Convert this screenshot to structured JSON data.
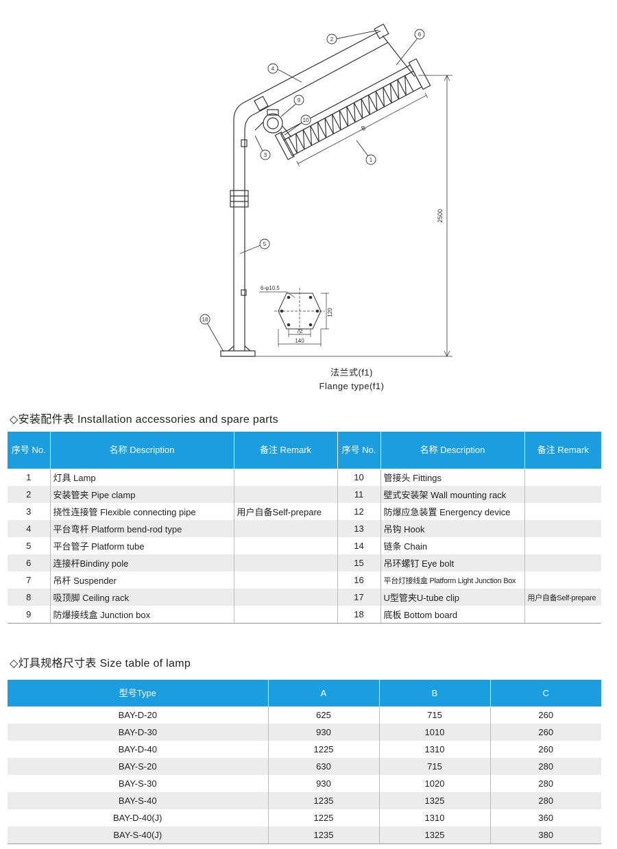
{
  "drawing": {
    "callouts": [
      "1",
      "2",
      "3",
      "4",
      "5",
      "6",
      "9",
      "10",
      "18"
    ],
    "dim_b": "B",
    "dim_height": "2500",
    "flange_holes": "6-φ10.5",
    "flange_dim_72": "72",
    "flange_dim_140": "140",
    "flange_dim_120": "120",
    "caption_cn": "法兰式(f1)",
    "caption_en": "Flange type(f1)"
  },
  "accessories": {
    "title": "◇安装配件表 Installation accessories and spare parts",
    "headers": [
      "序号 No.",
      "名称 Description",
      "备注 Remark",
      "序号 No.",
      "名称 Description",
      "备注 Remark"
    ],
    "left_rows": [
      {
        "no": "1",
        "desc": "灯具 Lamp"
      },
      {
        "no": "2",
        "desc": "安装管夹 Pipe clamp"
      },
      {
        "no": "3",
        "desc": "挠性连接管 Flexible connecting pipe"
      },
      {
        "no": "4",
        "desc": "平台弯杆 Platform bend-rod type"
      },
      {
        "no": "5",
        "desc": "平台管子 Platform tube"
      },
      {
        "no": "6",
        "desc": "连接杆Bindiny pole"
      },
      {
        "no": "7",
        "desc": "吊杆 Suspender"
      },
      {
        "no": "8",
        "desc": "吸顶脚 Ceiling rack"
      },
      {
        "no": "9",
        "desc": "防爆接线盒 Junction box"
      }
    ],
    "left_remark": "用户自备Self-prepare",
    "right_rows": [
      {
        "no": "10",
        "desc": "管接头 Fittings"
      },
      {
        "no": "11",
        "desc": "壁式安装架 Wall mounting rack"
      },
      {
        "no": "12",
        "desc": "防爆应急装置 Energency device"
      },
      {
        "no": "13",
        "desc": "吊钩 Hook"
      },
      {
        "no": "14",
        "desc": "链条 Chain"
      },
      {
        "no": "15",
        "desc": "吊环螺钉 Eye bolt"
      },
      {
        "no": "16",
        "desc": "平台灯接线盒 Platform Light Junction Box"
      },
      {
        "no": "17",
        "desc": "U型管夹U-tube clip"
      },
      {
        "no": "18",
        "desc": "底板 Bottom board"
      }
    ],
    "right_remark": "用户自备Self-prepare"
  },
  "sizes": {
    "title": "◇灯具规格尺寸表 Size table of lamp",
    "headers": [
      "型号Type",
      "A",
      "B",
      "C"
    ],
    "rows": [
      [
        "BAY-D-20",
        "625",
        "715",
        "260"
      ],
      [
        "BAY-D-30",
        "930",
        "1010",
        "260"
      ],
      [
        "BAY-D-40",
        "1225",
        "1310",
        "260"
      ],
      [
        "BAY-S-20",
        "630",
        "715",
        "280"
      ],
      [
        "BAY-S-30",
        "930",
        "1020",
        "280"
      ],
      [
        "BAY-S-40",
        "1235",
        "1325",
        "280"
      ],
      [
        "BAY-D-40(J)",
        "1225",
        "1310",
        "360"
      ],
      [
        "BAY-S-40(J)",
        "1235",
        "1325",
        "380"
      ]
    ]
  }
}
